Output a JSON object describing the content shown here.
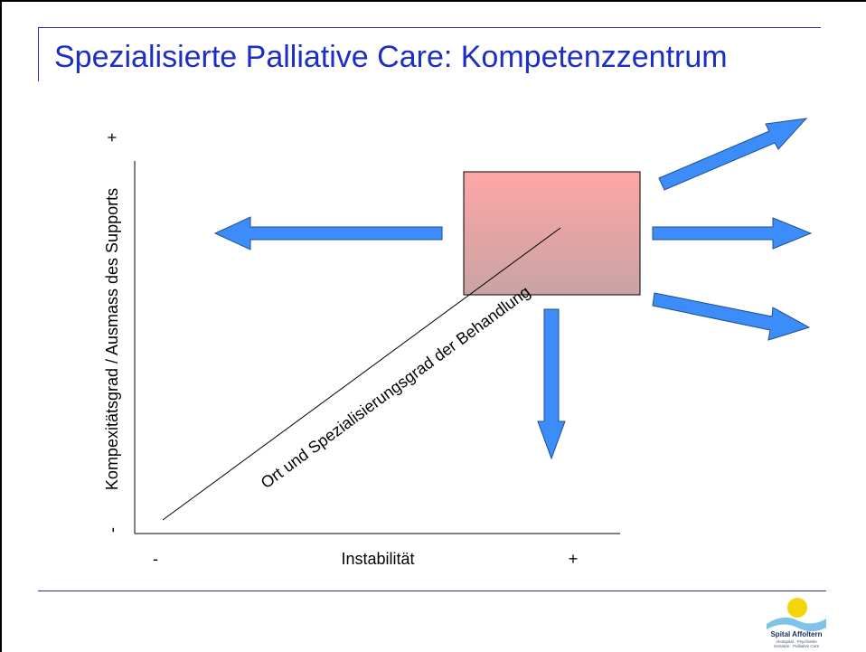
{
  "slide": {
    "title": "Spezialisierte Palliative Care: Kompetenzzentrum"
  },
  "diagram": {
    "y_axis_label": "Kompexitätsgrad / Ausmass des Supports",
    "y_axis_plus": "+",
    "y_axis_minus": "-",
    "x_axis_label": "Instabilität",
    "x_axis_minus": "-",
    "x_axis_plus": "+",
    "diagonal_label": "Ort und Spezialisierungsgrad der Behandlung",
    "colors": {
      "box_top": "#ffa6a6",
      "box_bottom": "#c9a3a3",
      "arrow_fill": "#3c8dfa",
      "arrow_stroke": "#1f4f8f",
      "title": "#1c2ec4",
      "rule": "#2e3192"
    }
  },
  "logo": {
    "name": "Spital Affoltern",
    "line1": "Akutspital · Psychiatrie",
    "line2": "Geriatrie · Palliative Care"
  }
}
